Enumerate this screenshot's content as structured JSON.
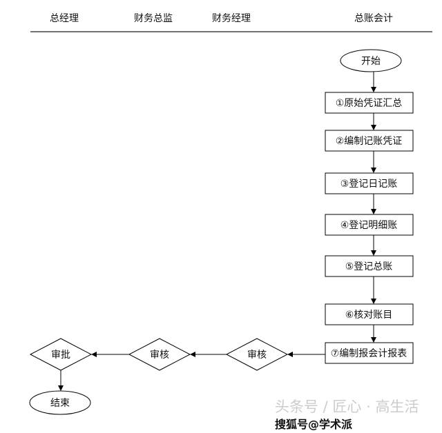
{
  "lanes": [
    "总经理",
    "财务总监",
    "财务经理",
    "总账会计"
  ],
  "start": "开始",
  "steps": [
    "①原始凭证汇总",
    "②编制记账凭证",
    "③登记日记账",
    "④登记明细账",
    "⑤登记总账",
    "⑥核对账目",
    "⑦编制报会计报表"
  ],
  "decisions": [
    "审核",
    "审核",
    "审批"
  ],
  "end": "结束",
  "watermark": {
    "primary": "头条号 / 匠心 · 高生活",
    "overlay": "搜狐号@学术派"
  }
}
